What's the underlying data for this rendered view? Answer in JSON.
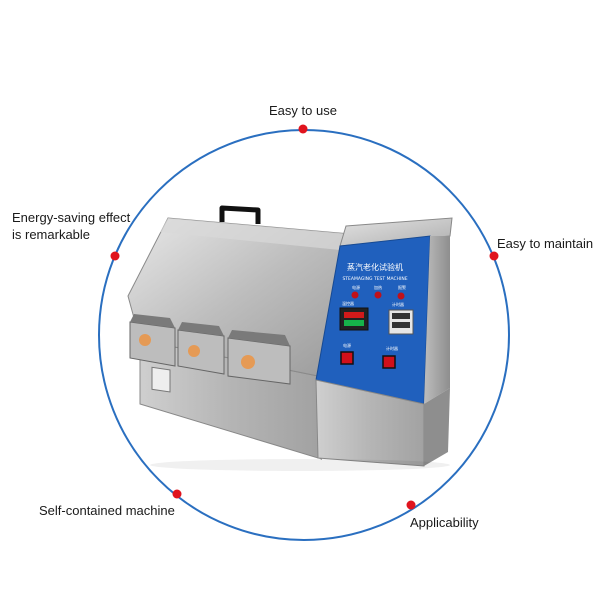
{
  "features": {
    "top": "Easy to use",
    "left": "Energy-saving effect is remarkable",
    "right": "Easy to maintain",
    "bottom_left": "Self-contained machine",
    "bottom_right": "Applicability"
  },
  "machine": {
    "panel_title_cn": "蒸汽老化试验机",
    "panel_title_en": "STEAMAGING TEST MACHINE",
    "indicator_labels": [
      "电源",
      "加热",
      "报警"
    ],
    "controller_labels": [
      "温控器",
      "计时器"
    ],
    "switch_labels": [
      "电源",
      "计时器"
    ]
  },
  "colors": {
    "circle": "#2a6fc0",
    "dot": "#e0141e",
    "panel": "#1f5cb8"
  }
}
